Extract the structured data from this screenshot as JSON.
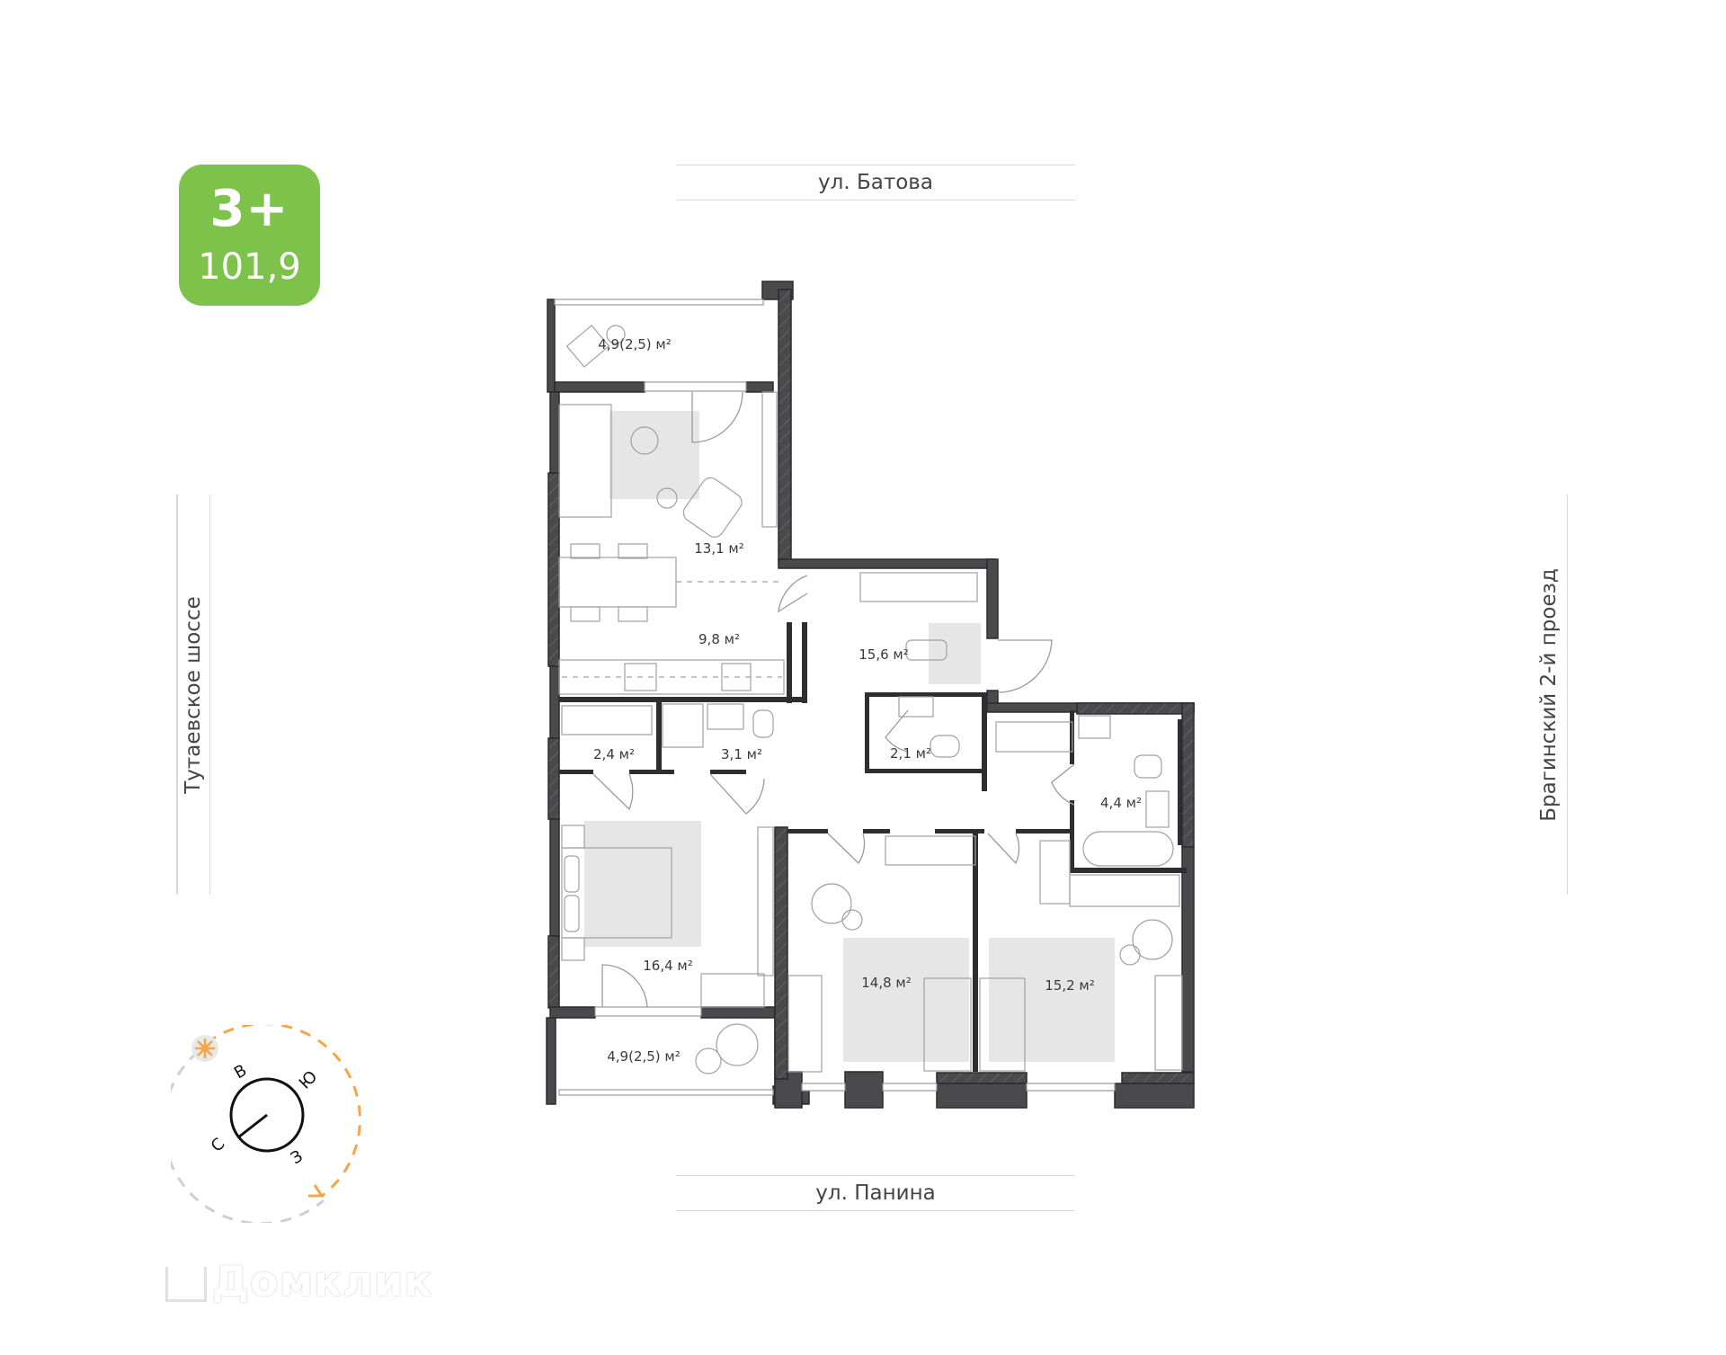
{
  "badge": {
    "rooms": "3+",
    "total_area": "101,9",
    "color": "#7dc24a"
  },
  "streets": {
    "top": "ул. Батова",
    "bottom": "ул. Панина",
    "left": "Тутаевское шоссе",
    "right": "Брагинский 2-й проезд"
  },
  "rooms": [
    {
      "id": "balcony-top",
      "label": "4,9(2,5) м²"
    },
    {
      "id": "living",
      "label": "13,1 м²"
    },
    {
      "id": "kitchen",
      "label": "9,8 м²"
    },
    {
      "id": "hall",
      "label": "15,6 м²"
    },
    {
      "id": "wardrobe",
      "label": "2,4 м²"
    },
    {
      "id": "bathroom-1",
      "label": "3,1 м²"
    },
    {
      "id": "wc",
      "label": "2,1 м²"
    },
    {
      "id": "bathroom-2",
      "label": "4,4 м²"
    },
    {
      "id": "bedroom-master",
      "label": "16,4 м²"
    },
    {
      "id": "bedroom-2",
      "label": "14,8 м²"
    },
    {
      "id": "bedroom-3",
      "label": "15,2 м²"
    },
    {
      "id": "balcony-bottom",
      "label": "4,9(2,5) м²"
    }
  ],
  "compass": {
    "labels": {
      "east": "В",
      "south": "Ю",
      "north": "С",
      "west": "З"
    },
    "sun_icon": "sun-icon",
    "sun_color": "#f5a54a",
    "path_color": "#cfcfcf"
  },
  "watermark": "Домклик",
  "colors": {
    "wall": "#4a4a4d",
    "wall_outline": "#2b2b2e",
    "rug": "#e6e6e6",
    "line": "#8a8a8a"
  }
}
